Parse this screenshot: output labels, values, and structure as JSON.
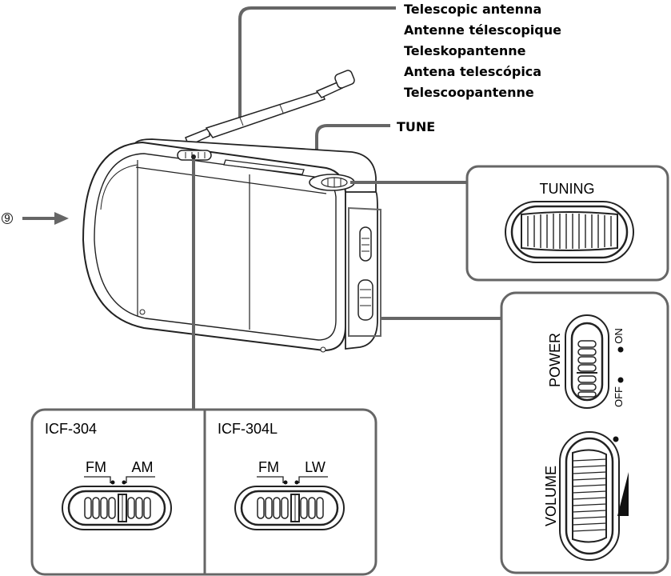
{
  "callouts": {
    "antenna_labels": [
      "Telescopic antenna",
      "Antenne télescopique",
      "Teleskopantenne",
      "Antena telescópica",
      "Telescoopantenne"
    ],
    "tune": "TUNE",
    "side_marker": "⑨"
  },
  "tuning_box": {
    "title": "TUNING"
  },
  "power_volume_box": {
    "power": "POWER",
    "on": "ON",
    "off": "OFF",
    "volume": "VOLUME"
  },
  "band_box": {
    "left": {
      "model": "ICF-304",
      "band1": "FM",
      "band2": "AM"
    },
    "right": {
      "model": "ICF-304L",
      "band1": "FM",
      "band2": "LW"
    }
  }
}
